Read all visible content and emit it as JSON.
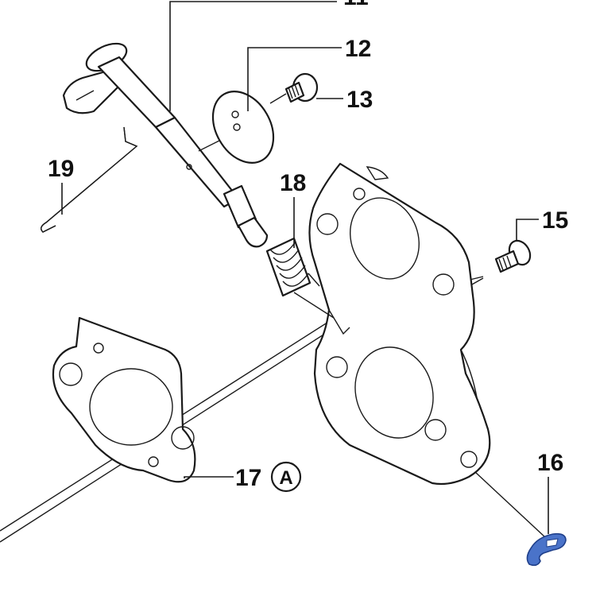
{
  "diagram": {
    "callouts": {
      "c11": "11",
      "c12": "12",
      "c13": "13",
      "c15": "15",
      "c16": "16",
      "c17": "17",
      "c18": "18",
      "c19": "19",
      "marker_a": "A"
    },
    "colors": {
      "line": "#1a1a1a",
      "highlight": "#4a73c9",
      "background": "#ffffff"
    }
  }
}
